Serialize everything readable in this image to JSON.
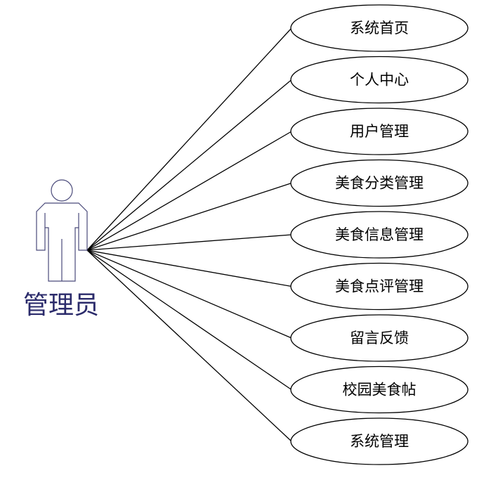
{
  "diagram": {
    "actor": {
      "label": "管理员"
    },
    "use_cases": [
      {
        "label": "系统首页"
      },
      {
        "label": "个人中心"
      },
      {
        "label": "用户管理"
      },
      {
        "label": "美食分类管理"
      },
      {
        "label": "美食信息管理"
      },
      {
        "label": "美食点评管理"
      },
      {
        "label": "留言反馈"
      },
      {
        "label": "校园美食帖"
      },
      {
        "label": "系统管理"
      }
    ],
    "colors": {
      "actor_stroke": "#4a4a7a",
      "actor_label": "#2b2b6b",
      "line": "#000000",
      "ellipse_stroke": "#000000",
      "ellipse_fill": "#ffffff"
    }
  }
}
